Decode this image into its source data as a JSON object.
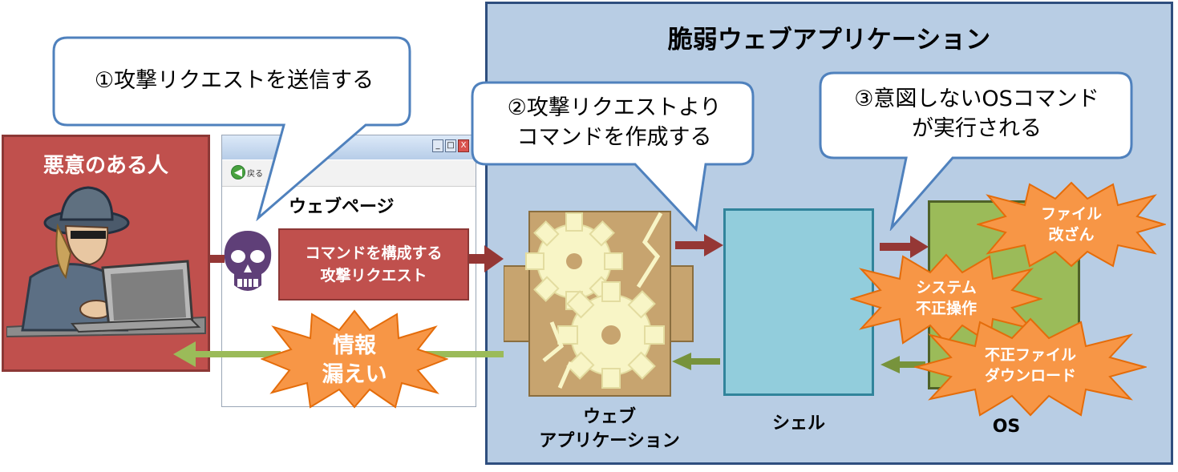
{
  "title": "脆弱ウェブアプリケーション",
  "attacker": {
    "label": "悪意のある人"
  },
  "browser": {
    "back_label": "戻る",
    "page_label": "ウェブページ",
    "win_min": "_",
    "win_max": "□",
    "win_close": "X"
  },
  "callouts": {
    "step1": "①攻撃リクエストを送信する",
    "step2": [
      "②攻撃リクエストより",
      "コマンドを作成する"
    ],
    "step3": [
      "③意図しないOSコマンド",
      "が実行される"
    ]
  },
  "attack_request": [
    "コマンドを構成する",
    "攻撃リクエスト"
  ],
  "leak": [
    "情報",
    "漏えい"
  ],
  "nodes": {
    "web_app": [
      "ウェブ",
      "アプリケーション"
    ],
    "shell": "シェル",
    "os": "OS"
  },
  "effects": {
    "file_tamper": [
      "ファイル",
      "改ざん"
    ],
    "system_abuse": [
      "システム",
      "不正操作"
    ],
    "illegal_download": [
      "不正ファイル",
      "ダウンロード"
    ]
  },
  "colors": {
    "panel": "#b8cde4",
    "panel_border": "#2e4e7e",
    "attacker": "#c0504d",
    "shell": "#92cddc",
    "os": "#9bbb59",
    "burst": "#f79646",
    "arrow_attack": "#953735",
    "arrow_return": "#77933c",
    "gear": "#f8f5c6",
    "web_app": "#c7a46f"
  }
}
